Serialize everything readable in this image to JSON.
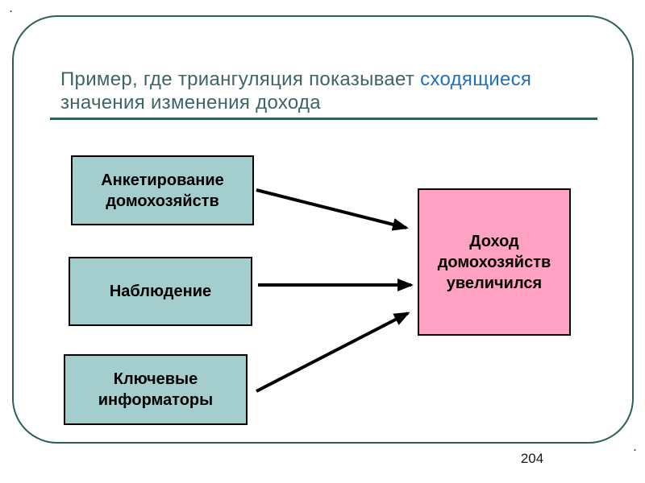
{
  "slide": {
    "title": {
      "line1_prefix": "Пример, где триангуляция показывает ",
      "line1_highlight": "сходящиеся",
      "line2": "значения изменения дохода"
    },
    "page_number": "204",
    "decor": {
      "top_left_mark": ".",
      "bottom_right_mark": "."
    },
    "colors": {
      "frame_border": "#2e5f5f",
      "title_text": "#3e6565",
      "title_highlight": "#1f70c1",
      "source_box_fill": "#a4cecd",
      "outcome_box_fill": "#ffa2c3",
      "box_border": "#000000",
      "arrow": "#000000"
    },
    "diagram": {
      "source_boxes": [
        {
          "label": "Анкетирование домохозяйств"
        },
        {
          "label": "Наблюдение"
        },
        {
          "label": "Ключевые информаторы"
        }
      ],
      "outcome_box": {
        "label": "Доход домохозяйств увеличился"
      },
      "arrows": [
        {
          "from": "Анкетирование домохозяйств",
          "to": "Доход домохозяйств увеличился"
        },
        {
          "from": "Наблюдение",
          "to": "Доход домохозяйств увеличился"
        },
        {
          "from": "Ключевые информаторы",
          "to": "Доход домохозяйств увеличился"
        }
      ]
    }
  }
}
